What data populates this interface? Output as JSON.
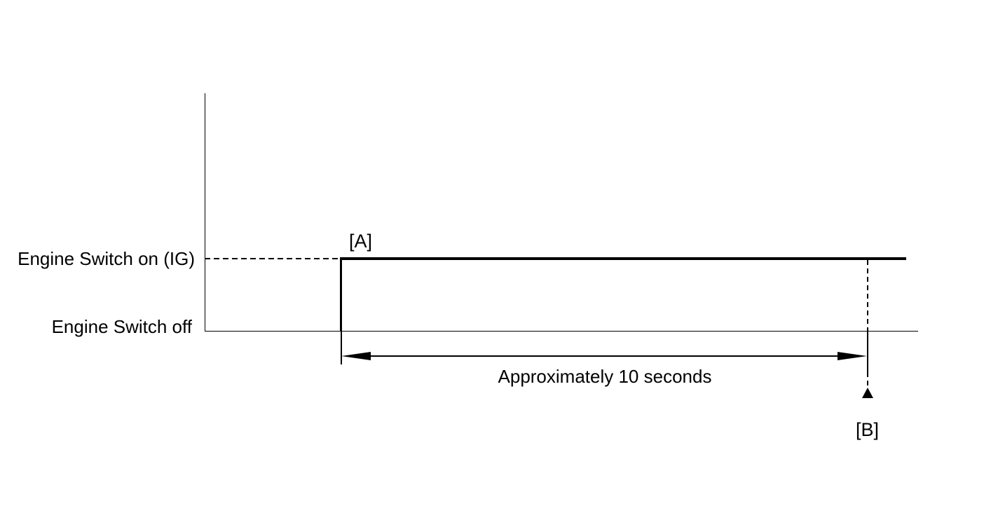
{
  "diagram": {
    "type": "timing-diagram",
    "colors": {
      "line": "#000000",
      "background": "#ffffff"
    },
    "axis_labels": {
      "engine_on": "Engine Switch on (IG)",
      "engine_off": "Engine Switch off"
    },
    "markers": {
      "point_a": "[A]",
      "point_b": "[B]"
    },
    "annotations": {
      "duration": "Approximately 10 seconds"
    },
    "icons": {
      "point_b_pointer": "up-triangle",
      "duration_measure": "double-headed-arrow"
    },
    "waveform": {
      "signal": "Engine Switch",
      "states": [
        "off",
        "on (IG)"
      ],
      "events": [
        {
          "marker": "[A]",
          "description": "signal rises from off to on (IG)"
        },
        {
          "marker": "[B]",
          "description": "reference point approximately 10 seconds after [A]"
        }
      ]
    }
  }
}
